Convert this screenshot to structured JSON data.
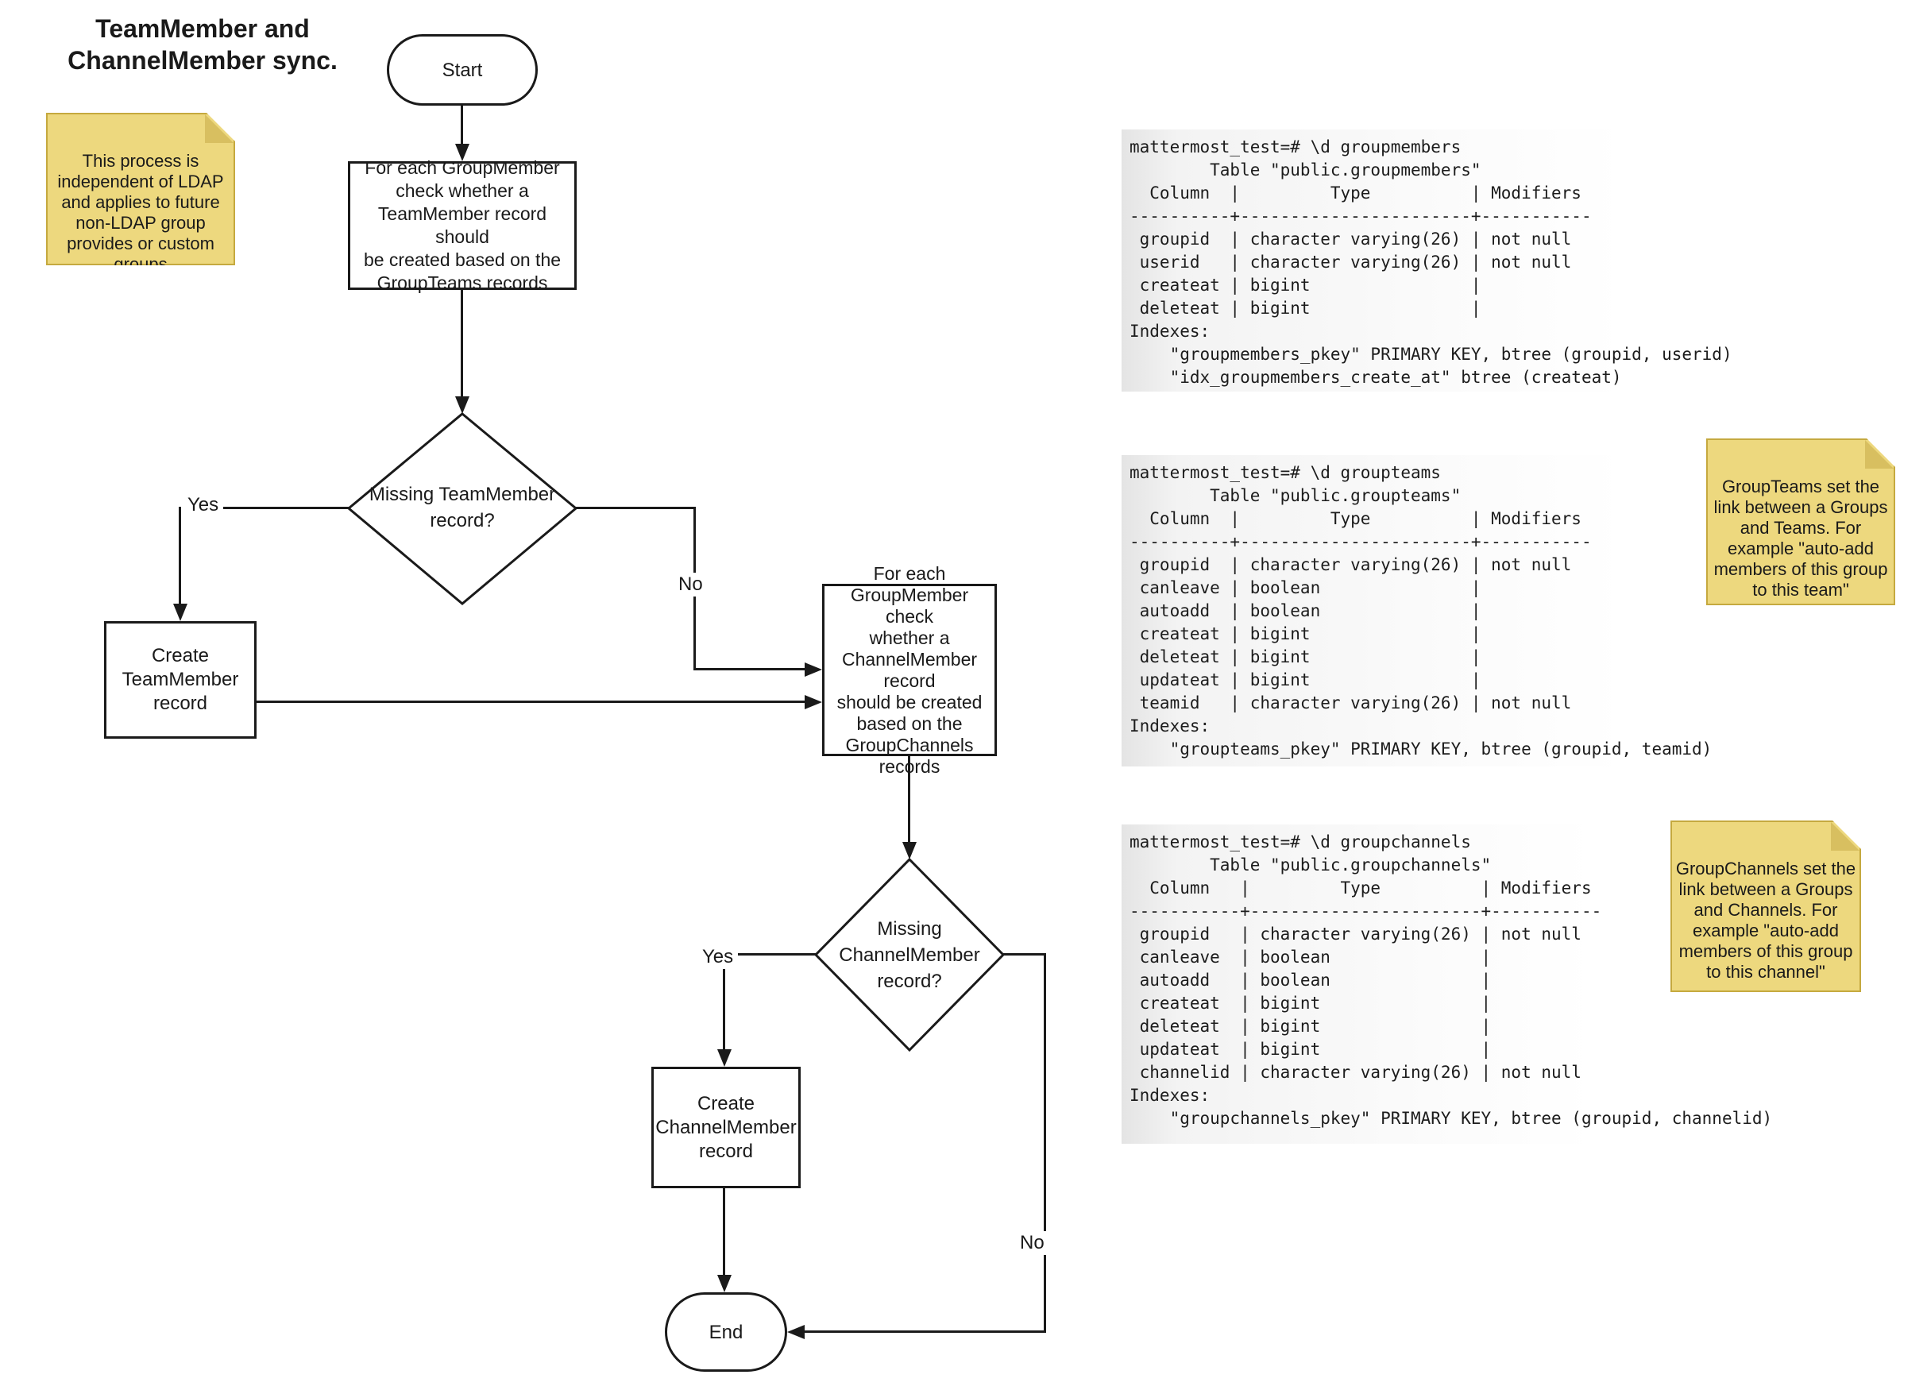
{
  "title": [
    "TeamMember and",
    "ChannelMember sync."
  ],
  "flow": {
    "start": "Start",
    "end": "End",
    "proc1": [
      "For each GroupMember",
      "check whether a",
      "TeamMember record should",
      "be created based on the",
      "GroupTeams records"
    ],
    "decision1": [
      "Missing TeamMember",
      "record?"
    ],
    "box1": [
      "Create",
      "TeamMember",
      "record"
    ],
    "proc2": [
      "For each",
      "GroupMember check",
      "whether a",
      "ChannelMember record",
      "should be created",
      "based on the",
      "GroupChannels",
      "records"
    ],
    "decision2": [
      "Missing",
      "ChannelMember",
      "record?"
    ],
    "box2": [
      "Create",
      "ChannelMember",
      "record"
    ],
    "edge_labels": {
      "yes1": "Yes",
      "no1": "No",
      "yes2": "Yes",
      "no2": "No"
    }
  },
  "notes": {
    "ldap": [
      "This process is",
      "independent of LDAP",
      "and applies to future",
      "non-LDAP group",
      "provides or custom",
      "groups"
    ],
    "groupteams": [
      "GroupTeams set the",
      "link between a Groups",
      "and Teams. For",
      "example \"auto-add",
      "members of this group",
      "to this team\""
    ],
    "groupchannels": [
      "GroupChannels set the",
      "link between a Groups",
      "and Channels. For",
      "example \"auto-add",
      "members of this group",
      "to this channel\""
    ]
  },
  "terminals": {
    "groupmembers": {
      "lines": [
        "mattermost_test=# \\d groupmembers",
        "        Table \"public.groupmembers\"",
        "  Column  |         Type          | Modifiers",
        "----------+-----------------------+-----------",
        " groupid  | character varying(26) | not null",
        " userid   | character varying(26) | not null",
        " createat | bigint                |",
        " deleteat | bigint                |",
        "Indexes:",
        "    \"groupmembers_pkey\" PRIMARY KEY, btree (groupid, userid)",
        "    \"idx_groupmembers_create_at\" btree (createat)"
      ]
    },
    "groupteams": {
      "lines": [
        "mattermost_test=# \\d groupteams",
        "        Table \"public.groupteams\"",
        "  Column  |         Type          | Modifiers",
        "----------+-----------------------+-----------",
        " groupid  | character varying(26) | not null",
        " canleave | boolean               |",
        " autoadd  | boolean               |",
        " createat | bigint                |",
        " deleteat | bigint                |",
        " updateat | bigint                |",
        " teamid   | character varying(26) | not null",
        "Indexes:",
        "    \"groupteams_pkey\" PRIMARY KEY, btree (groupid, teamid)"
      ]
    },
    "groupchannels": {
      "lines": [
        "mattermost_test=# \\d groupchannels",
        "        Table \"public.groupchannels\"",
        "  Column   |         Type          | Modifiers",
        "-----------+-----------------------+-----------",
        " groupid   | character varying(26) | not null",
        " canleave  | boolean               |",
        " autoadd   | boolean               |",
        " createat  | bigint                |",
        " deleteat  | bigint                |",
        " updateat  | bigint                |",
        " channelid | character varying(26) | not null",
        "Indexes:",
        "    \"groupchannels_pkey\" PRIMARY KEY, btree (groupid, channelid)"
      ]
    }
  },
  "colors": {
    "note_fill": "#EDD87E",
    "note_fold": "#D8BF60",
    "note_border": "#C5A93F",
    "line": "#1A1A1A",
    "terminal_bg_left": "#E4E4E4",
    "terminal_bg_right": "#FFFFFF",
    "shape_fill": "#FFFFFF",
    "text": "#1A1A1A"
  }
}
